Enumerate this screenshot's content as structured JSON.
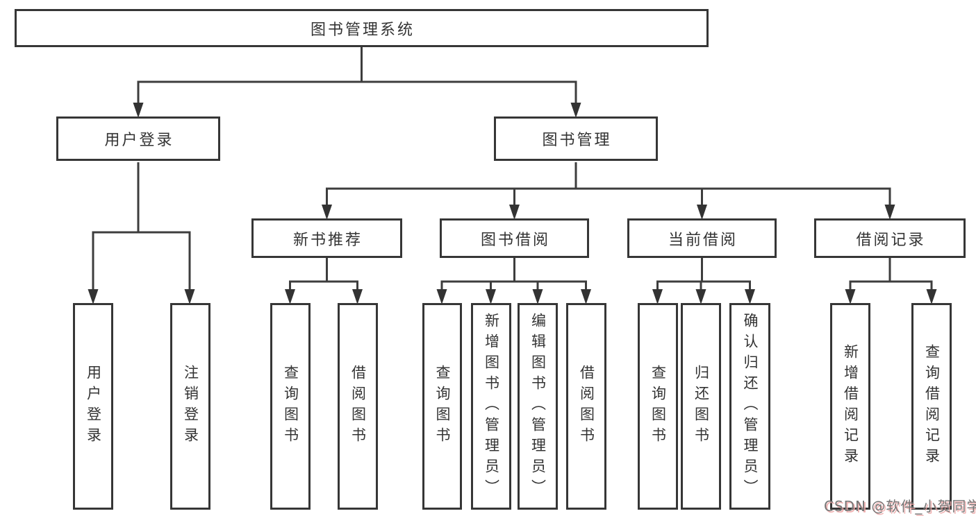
{
  "diagram": {
    "root": {
      "label": "图书管理系统"
    },
    "branches": [
      {
        "label": "用户登录",
        "children": [
          {
            "label": "用户登录"
          },
          {
            "label": "注销登录"
          }
        ]
      },
      {
        "label": "图书管理",
        "children": [
          {
            "label": "新书推荐",
            "children": [
              {
                "label": "查询图书"
              },
              {
                "label": "借阅图书"
              }
            ]
          },
          {
            "label": "图书借阅",
            "children": [
              {
                "label": "查询图书"
              },
              {
                "label": "新增图书（管理员）"
              },
              {
                "label": "编辑图书（管理员）"
              },
              {
                "label": "借阅图书"
              }
            ]
          },
          {
            "label": "当前借阅",
            "children": [
              {
                "label": "查询图书"
              },
              {
                "label": "归还图书"
              },
              {
                "label": "确认归还（管理员）"
              }
            ]
          },
          {
            "label": "借阅记录",
            "children": [
              {
                "label": "新增借阅记录"
              },
              {
                "label": "查询借阅记录"
              }
            ]
          }
        ]
      }
    ],
    "colors": {
      "line": "#3d3d3d",
      "box_border": "#363636",
      "text": "#333333",
      "background": "#ffffff"
    }
  },
  "watermark": {
    "text": "CSDN @软件_小贺同学"
  }
}
